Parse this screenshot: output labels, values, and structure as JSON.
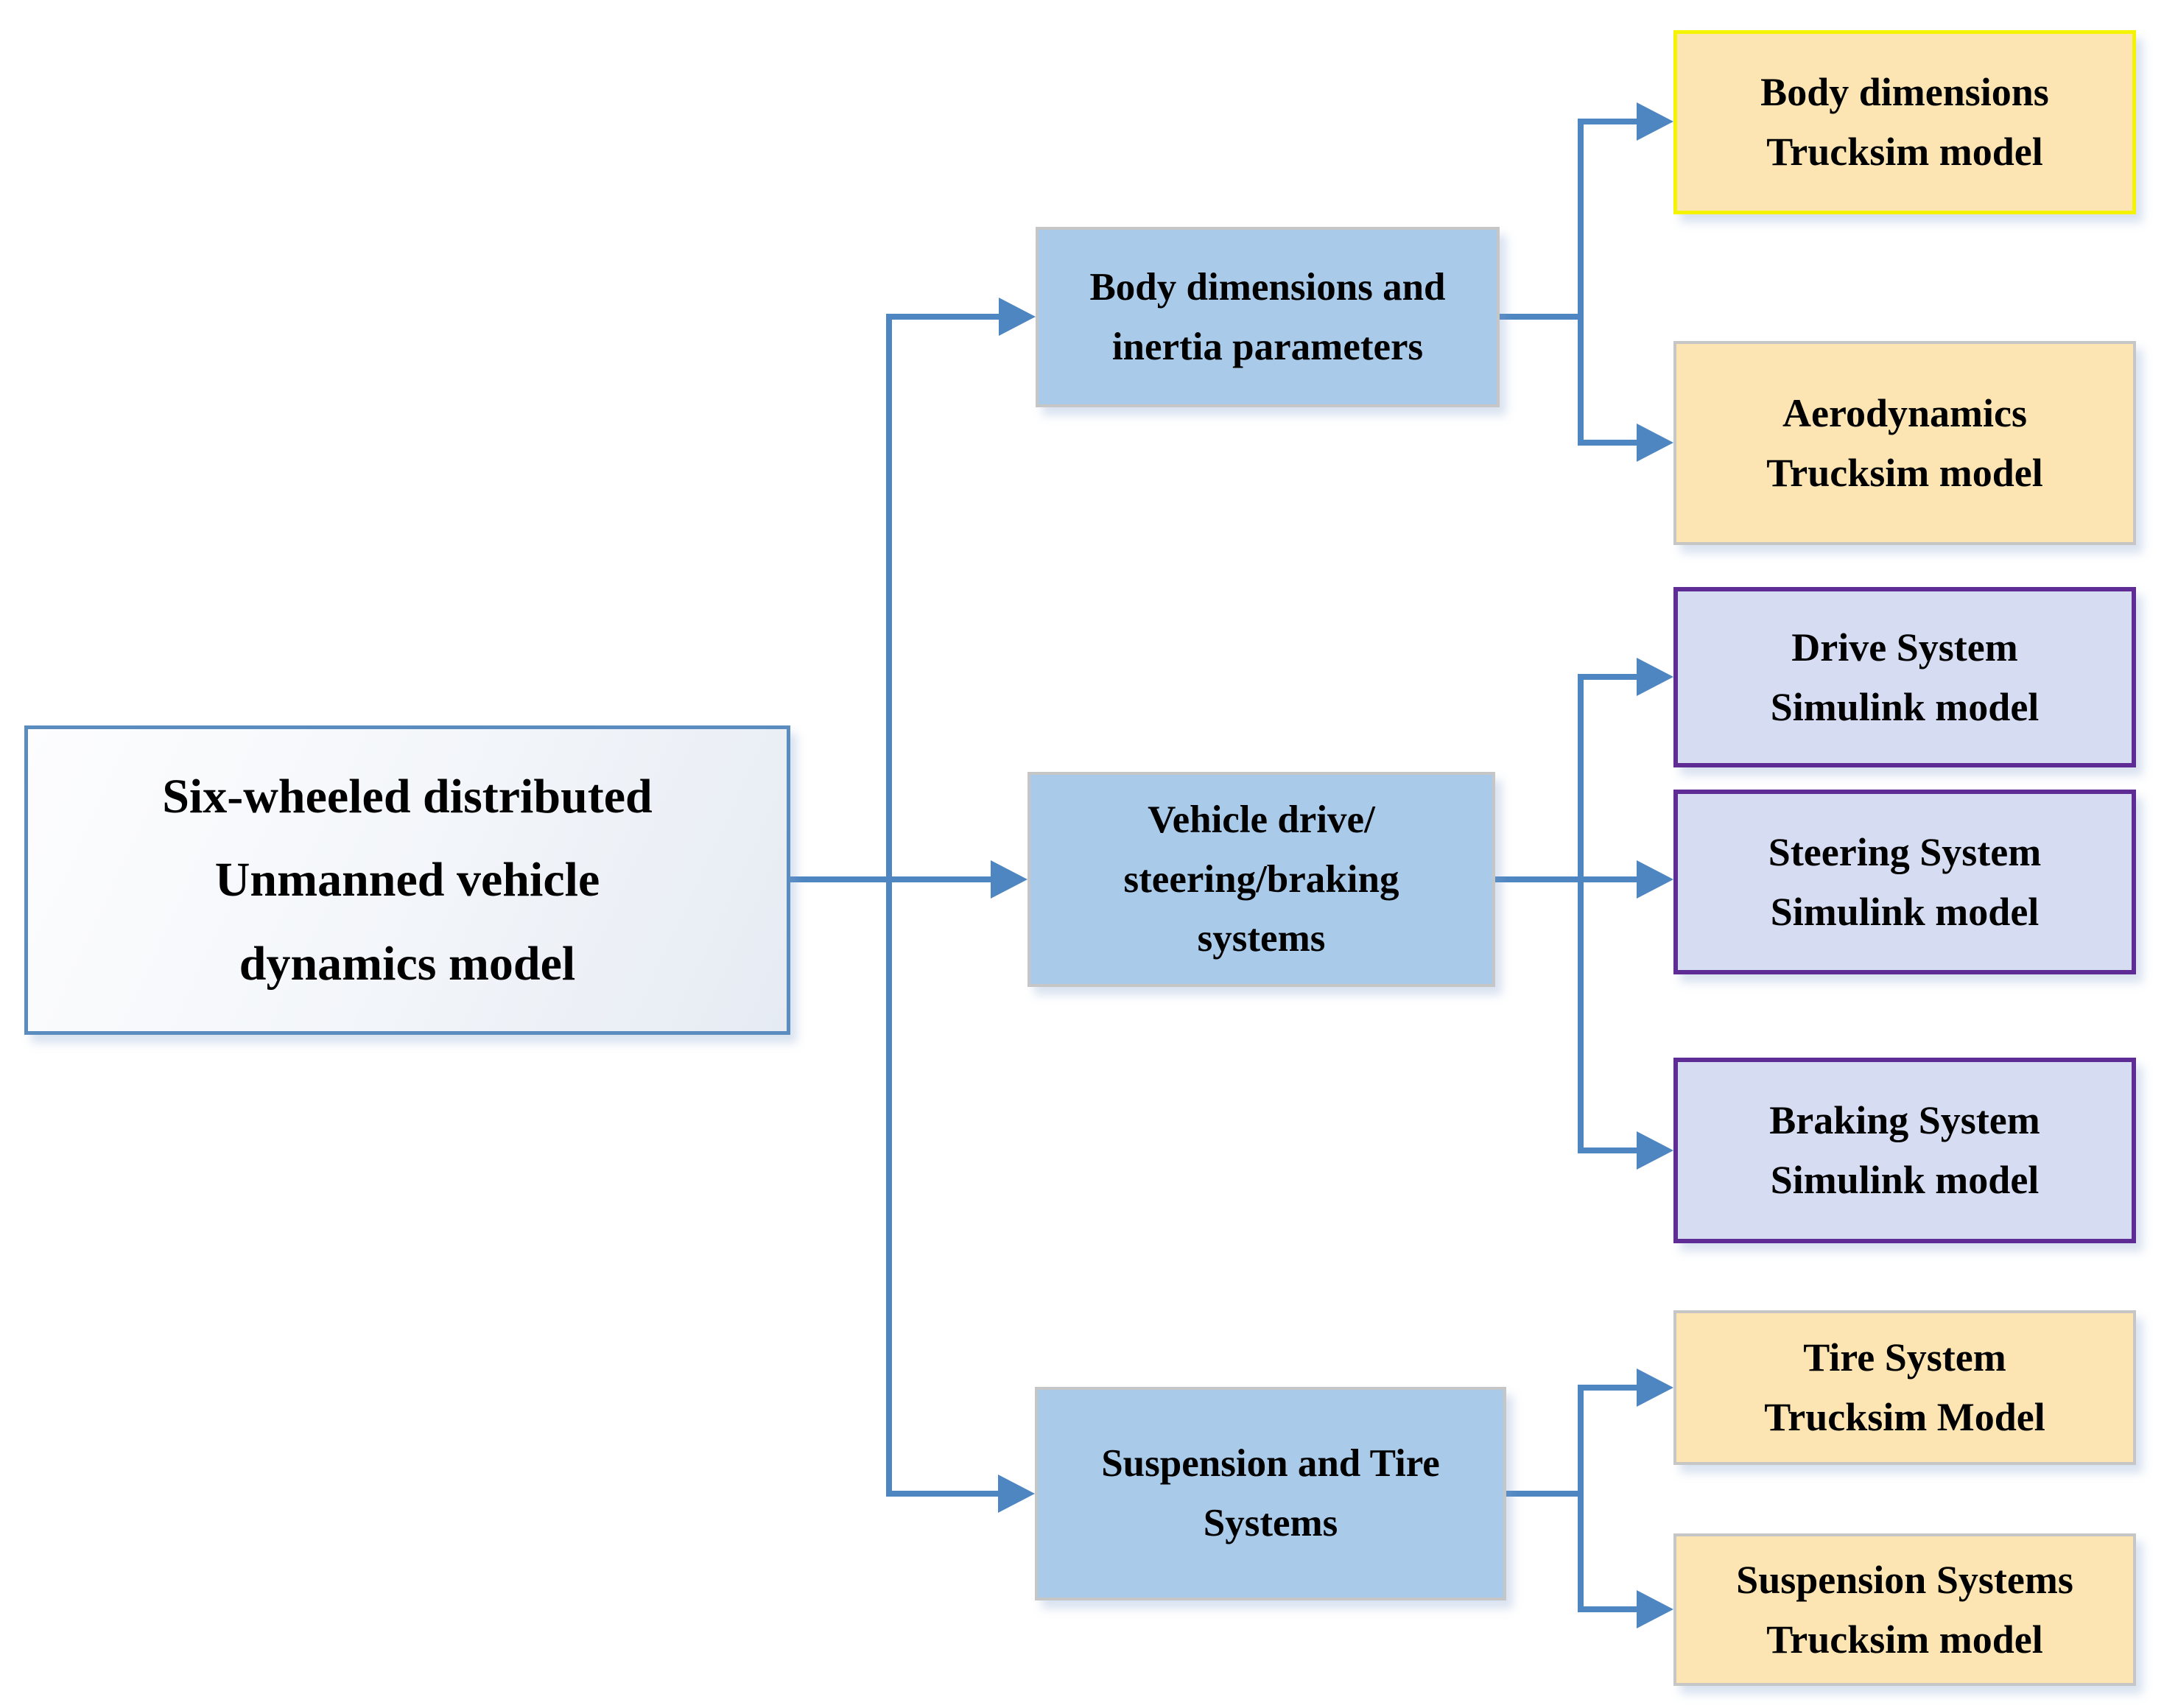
{
  "colors": {
    "connector_blue": "#4e86c2",
    "root_border_blue": "#5b8cbf",
    "branch_fill_blue": "#a9cae9",
    "leaf_fill_yellow": "#fce5b3",
    "leaf_border_yellow": "#f4f400",
    "leaf_fill_lavender": "#d6dcf1",
    "leaf_border_purple": "#5f2c96",
    "box_border_gray": "#c6c6c6"
  },
  "root": {
    "label": "Six-wheeled distributed\nUnmanned vehicle\ndynamics model"
  },
  "branches": [
    {
      "label": "Body dimensions and\ninertia parameters",
      "children": [
        {
          "label": "Body dimensions\nTrucksim model",
          "style": "yellow-highlight"
        },
        {
          "label": "Aerodynamics\nTrucksim model",
          "style": "yellow"
        }
      ]
    },
    {
      "label": "Vehicle drive/\nsteering/braking\nsystems",
      "children": [
        {
          "label": "Drive System\nSimulink model",
          "style": "purple"
        },
        {
          "label": "Steering System\nSimulink model",
          "style": "purple"
        },
        {
          "label": "Braking System\nSimulink model",
          "style": "purple"
        }
      ]
    },
    {
      "label": "Suspension and Tire\nSystems",
      "children": [
        {
          "label": "Tire System\nTrucksim Model",
          "style": "yellow"
        },
        {
          "label": "Suspension Systems\nTrucksim model",
          "style": "yellow"
        }
      ]
    }
  ]
}
